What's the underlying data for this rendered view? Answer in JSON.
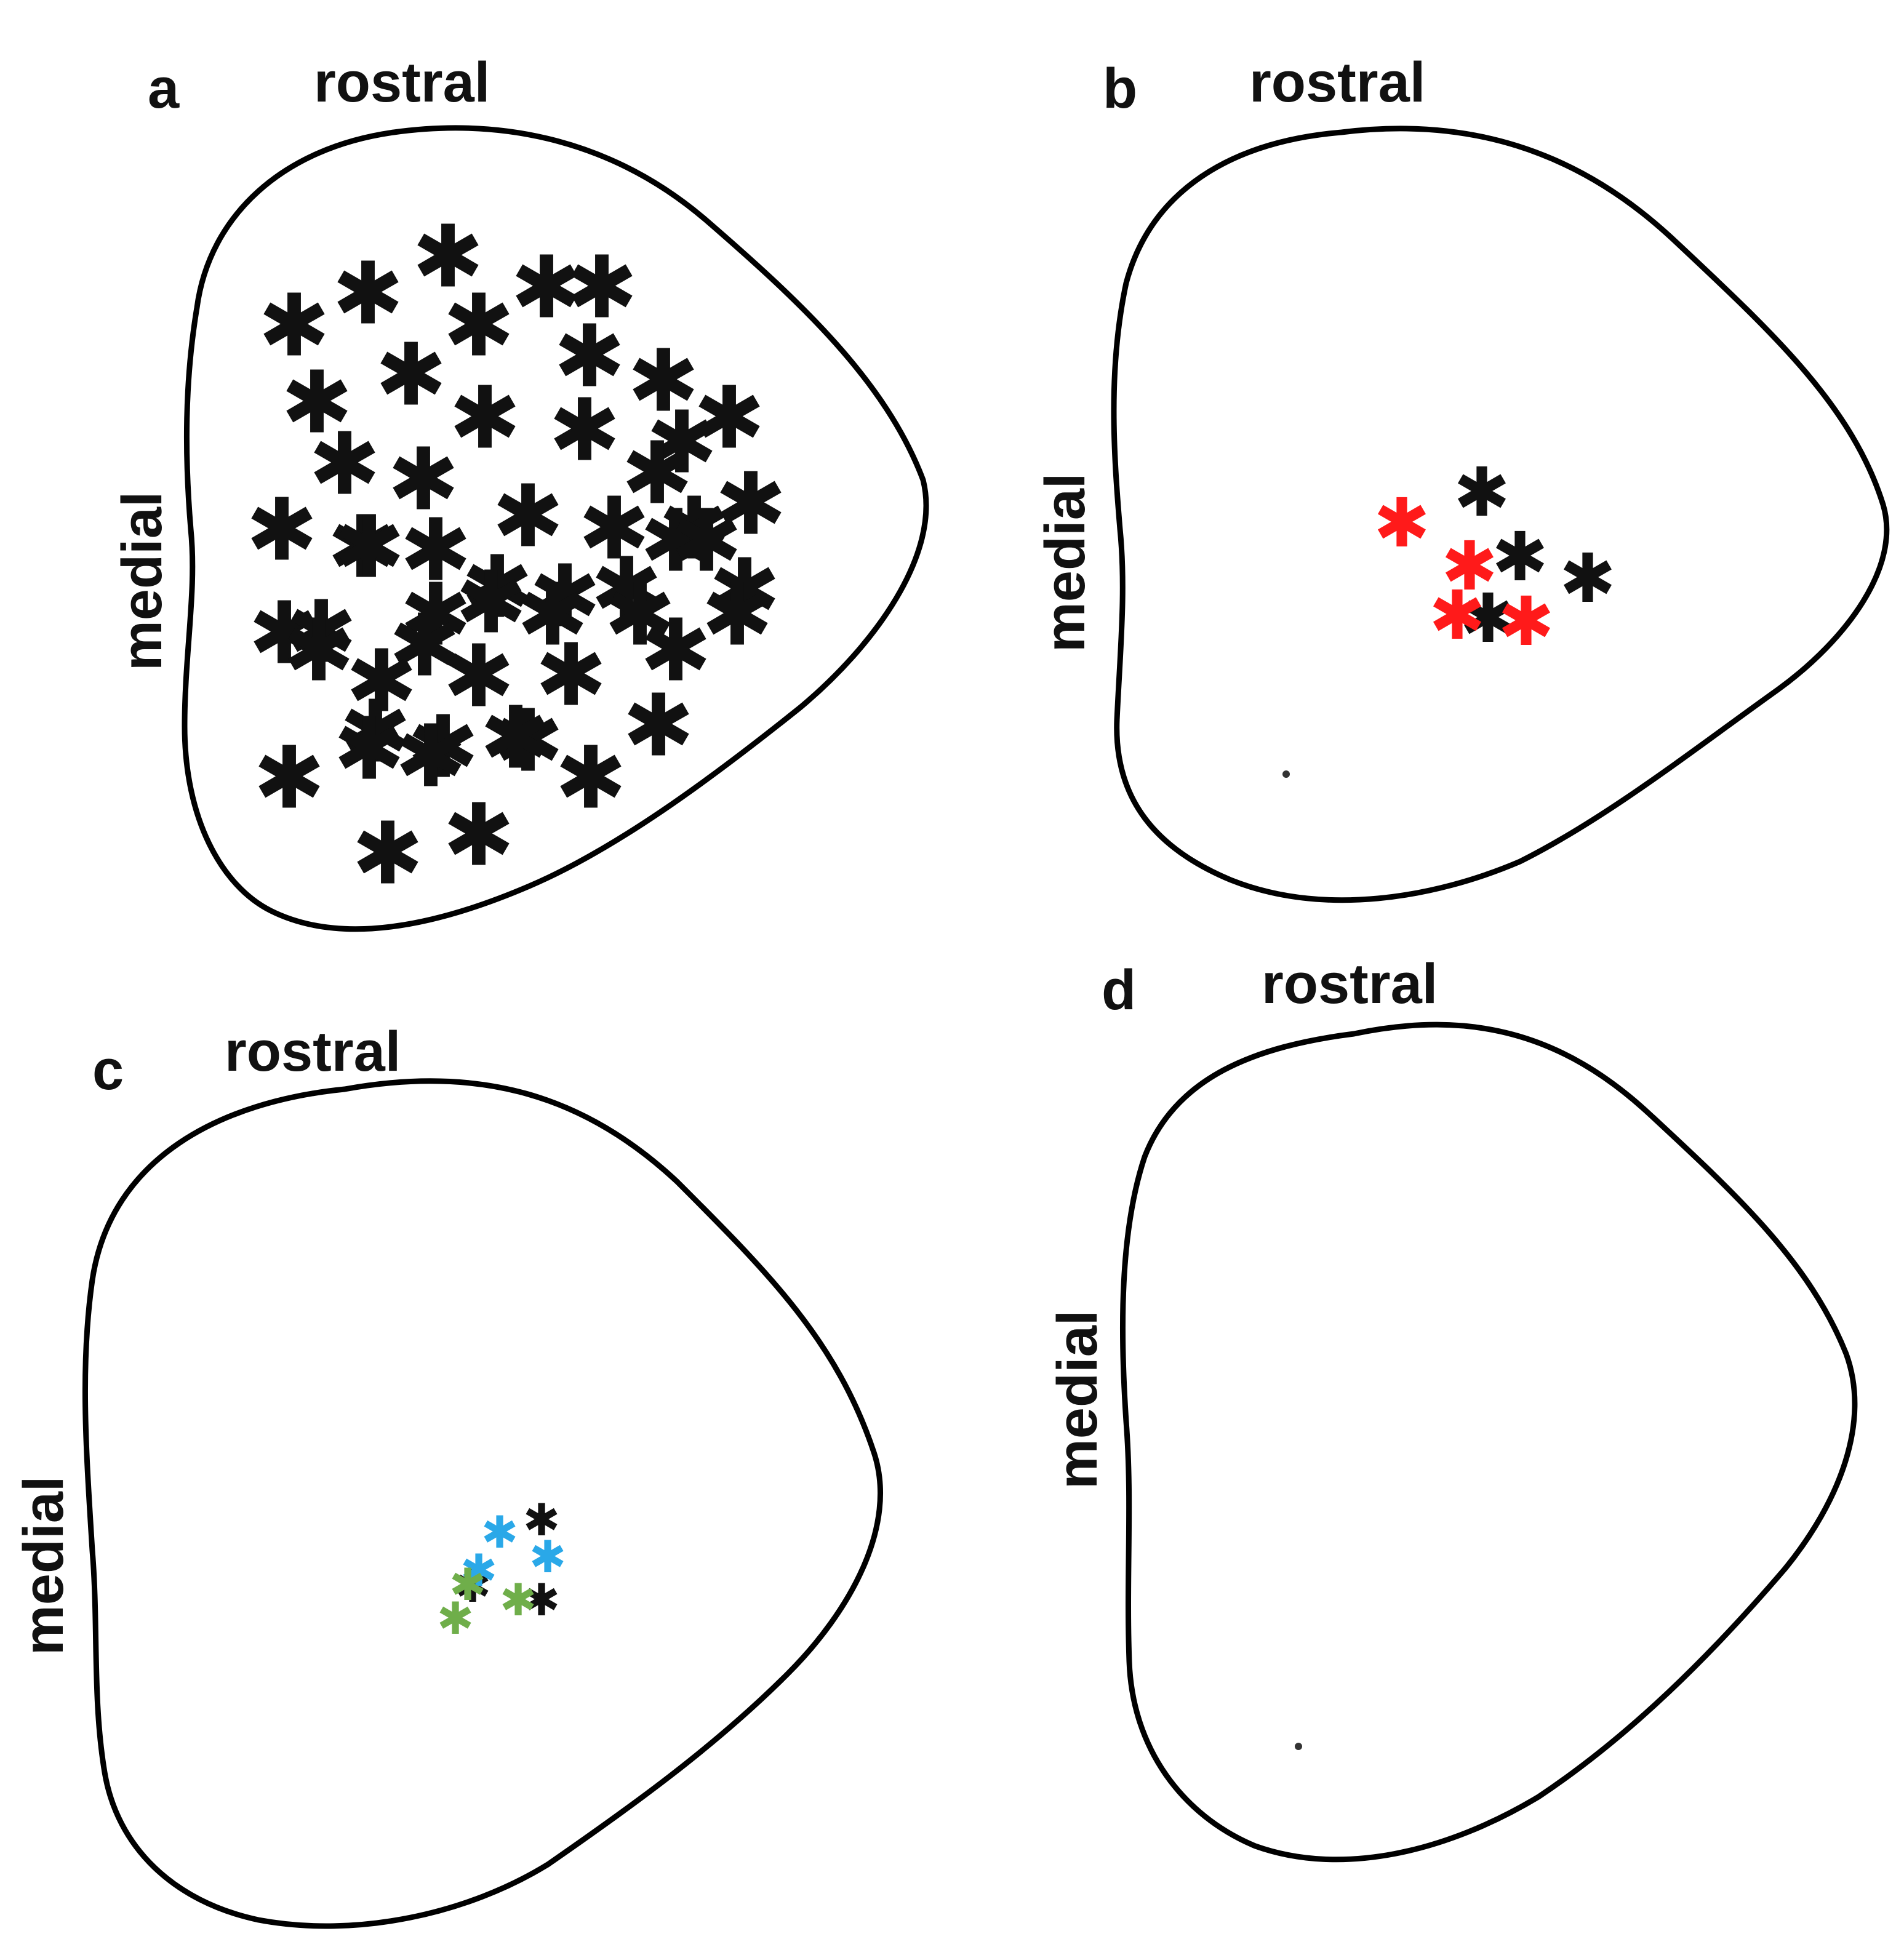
{
  "colors": {
    "outline": "#000000",
    "black": "#111111",
    "red": "#ff1a1a",
    "blue": "#2aa8e8",
    "green": "#6fae4a"
  },
  "marker_glyph": "asterisk",
  "panels": [
    {
      "id": "a",
      "letter": "a",
      "top_label": "rostral",
      "side_label": "medial",
      "markers": [
        {
          "color": "black",
          "count": 55
        }
      ]
    },
    {
      "id": "b",
      "letter": "b",
      "top_label": "rostral",
      "side_label": "medial",
      "markers": [
        {
          "color": "black",
          "count": 4
        },
        {
          "color": "red",
          "count": 4
        }
      ]
    },
    {
      "id": "c",
      "letter": "c",
      "top_label": "rostral",
      "side_label": "medial",
      "markers": [
        {
          "color": "black",
          "count": 3
        },
        {
          "color": "blue",
          "count": 3
        },
        {
          "color": "green",
          "count": 3
        }
      ]
    },
    {
      "id": "d",
      "letter": "d",
      "top_label": "rostral",
      "side_label": "medial",
      "markers": []
    }
  ]
}
